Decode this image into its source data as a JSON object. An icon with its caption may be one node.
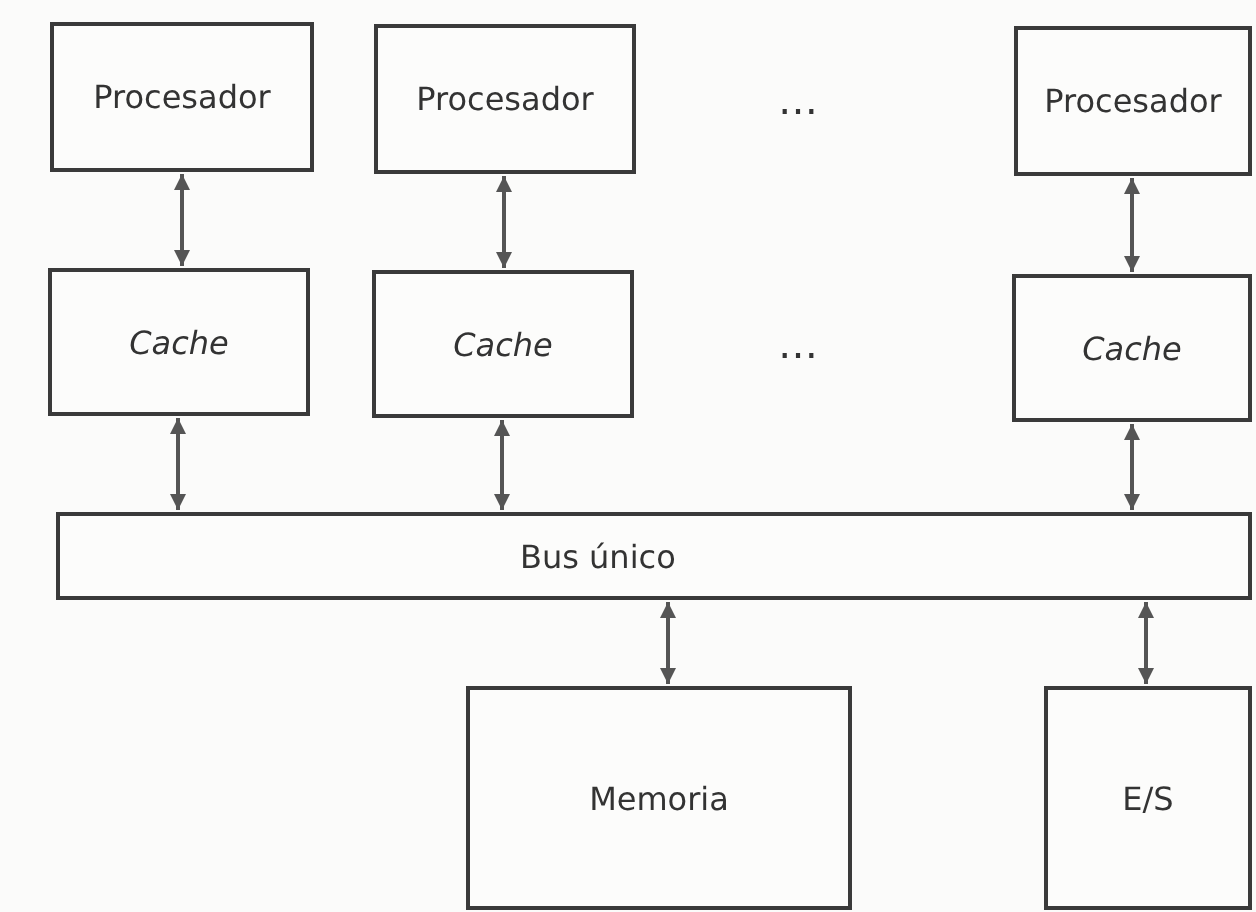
{
  "diagram": {
    "nodes": [
      {
        "text": [
          "Procesador"
        ]
      },
      {
        "text": [
          "Procesador"
        ]
      },
      {
        "text": [
          "Procesador"
        ]
      },
      {
        "text": [
          "Cache"
        ]
      },
      {
        "text": [
          "Cache"
        ]
      },
      {
        "text": [
          "Cache"
        ]
      },
      {
        "text": [
          "Bus único"
        ]
      },
      {
        "text": [
          "Memoria"
        ]
      },
      {
        "text": [
          "E/S"
        ]
      }
    ],
    "edges": [
      {
        "from": 0,
        "to": 3,
        "arrow": "both"
      },
      {
        "from": 1,
        "to": 4,
        "arrow": "both"
      },
      {
        "from": 2,
        "to": 5,
        "arrow": "both"
      },
      {
        "from": 3,
        "to": 6,
        "arrow": "both"
      },
      {
        "from": 4,
        "to": 6,
        "arrow": "both"
      },
      {
        "from": 5,
        "to": 6,
        "arrow": "both"
      },
      {
        "from": 6,
        "to": 7,
        "arrow": "both"
      },
      {
        "from": 6,
        "to": 8,
        "arrow": "both"
      }
    ],
    "labels": [
      "…",
      "…"
    ]
  }
}
